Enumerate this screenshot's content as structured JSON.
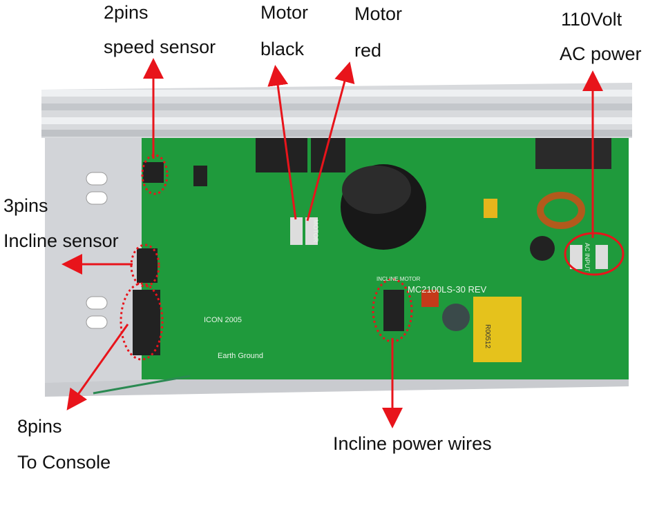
{
  "labels": {
    "speed_pins": "2pins",
    "speed_name": "speed sensor",
    "motor_black_1": "Motor",
    "motor_black_2": "black",
    "motor_red_1": "Motor",
    "motor_red_2": "red",
    "ac_1": "110Volt",
    "ac_2": "AC power",
    "incline_pins": "3pins",
    "incline_name": "Incline sensor",
    "console_pins": "8pins",
    "console_name": "To Console",
    "incline_power": "Incline power wires"
  },
  "board_text": {
    "model": "MC2100LS-30 REV",
    "vendor": "ICON 2005",
    "ground": "Earth Ground",
    "motor": "MOTOR",
    "ac_input": "AC INPUT",
    "incline_motor": "INCLINE MOTOR",
    "transformer": "R00512"
  },
  "colors": {
    "annotation": "#e8141b",
    "board": "#1f9a3c",
    "heatsink": "#d6d8db"
  }
}
